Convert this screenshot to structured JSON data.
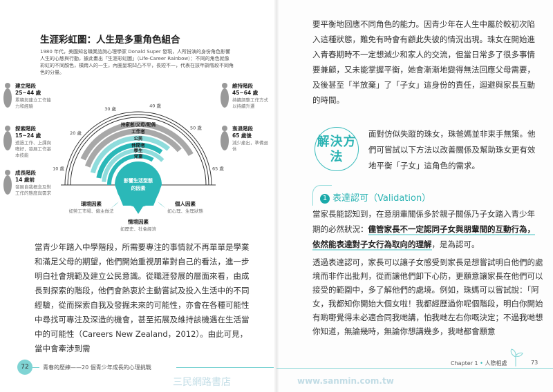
{
  "left_page": {
    "heading": "生涯彩虹圖：人生是多重角色組合",
    "intro": "1980 年代，美國知名職業諮詢心理學家 Donald Super 發現，人所扮演的身份角色影響人生的心態與行動，據此畫出「生涯彩虹圖」（Life-Career Rainbow）：不同的角色就像彩虹的不同顏色，橫跨人的一生，內圈呈現凹凸不平，長短不一，代表在該年齡階段不同角色的分量。",
    "diagram": {
      "stages": [
        {
          "title": "成長階段",
          "age": "14 歲前",
          "desc": "發展自我概念及對工作的態度與需求"
        },
        {
          "title": "探索階段",
          "age": "15~24 歲",
          "desc": "透過工作、上課與嗜好，發展工作基本技能"
        },
        {
          "title": "建立階段",
          "age": "25~44 歲",
          "desc": "累積與建立工作能力和經驗"
        },
        {
          "title": "維持階段",
          "age": "45~64 歲",
          "desc": "持續調整工作方式以持續升遷"
        },
        {
          "title": "衰退階段",
          "age": "65 歲後",
          "desc": "減少產出，準備退休"
        }
      ],
      "age_ticks": [
        "10 歲",
        "20 歲",
        "30 歲",
        "40 歲",
        "50 歲",
        "65 歲"
      ],
      "roles": [
        "持家者/父母/配偶",
        "工作者",
        "公民",
        "休閒者",
        "學生",
        "兒童"
      ],
      "center": "影響生活型態的因素",
      "factors": [
        {
          "title": "環境因素",
          "desc": "如勞工市場、僱主做法"
        },
        {
          "title": "個人因素",
          "desc": "如心理、生理狀態"
        },
        {
          "title": "情境因素",
          "desc": "如歷史、社會經濟"
        }
      ],
      "colors": {
        "teal": "#2bb8b8",
        "light_teal": "#8fdcdc",
        "gray": "#a8a8a8"
      }
    },
    "body": "當青少年踏入中學階段，所需要專注的事情就不再單單是學業和滿足父母的期望，他們開始重視朋輩對自己的看法，進一步明白社會規範及建立公民意識。從職涯發展的層面來看，由成長到探索的階段，他們會熱衷於主動嘗試及投入生活中的不同經驗，從而探索自我及發掘未來的可能性，亦會在各種可能性中尋找可專注及深造的機會，甚至拓展及維持該機遇在生活當中的可能性（Careers New Zealand，2012）。由此可見，當中會牽涉到需",
    "page_number": "72",
    "footer": "青春的歷練——20 個青少年成長的心理挑戰"
  },
  "right_page": {
    "body": "要平衡地回應不同角色的能力。因青少年在人生中屬於較初次陷入這種狀態，難免有時會有顧此失彼的情況出現。珠女在開始進入青春期時不一定想減少和家人的交流，但當日常多了很多事情要兼顧，又未能掌握平衡，她會漸漸地變得無法回應父母需要，及後甚至「半放棄」了「子女」這身份的責任，迴避與家長互動的時間。",
    "solution_badge": "解決方法",
    "solution_text": "面對仿似失蹤的珠女，珠爸媽並非束手無策。他們可嘗試以下方法以改善關係及幫助珠女更有效地平衡「子女」這角色的需求。",
    "section_number": "1",
    "section_title": "表達認可（Validation）",
    "para1_a": "當家長能認知到，在意朋輩關係多於親子關係乃子女踏入青少年期的必然狀況：",
    "para1_highlight": "儘管家長不一定認同子女與朋輩間的互動行為，依然能表達對子女行為取向的理解",
    "para1_b": "，是為認可。",
    "para2": "透過表達認可，家長可以讓子女感受到家長是想嘗試明白他們的處境而非作出批判，從而讓他們卸下心防，更願意讓家長在他們可以接受的範圍中，多了解他們的處境。例如，珠媽可以嘗試說：「阿女，我都知你開始大個女啦！我都經歷過你呢個階段，明白你開始有啲嘢覺得未必適合同我哋講，怕我哋左右你嘅決定；不過我哋想你知道，無論幾時，無論你想講幾多，我哋都會願意",
    "footer_chapter": "Chapter 1",
    "footer_title": "人際相處",
    "page_number": "73"
  },
  "watermark": {
    "text": "三民網路書店",
    "url": "www.sanmin.com.tw"
  }
}
